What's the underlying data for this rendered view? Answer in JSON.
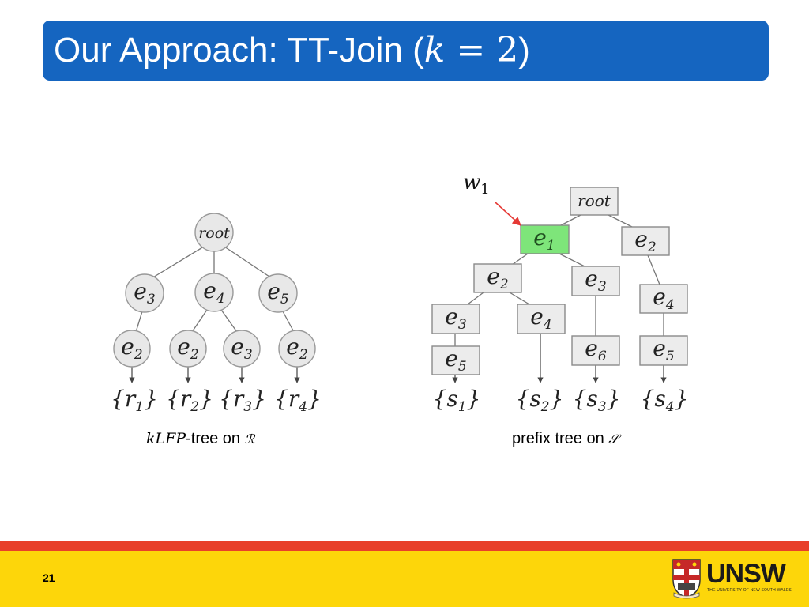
{
  "slide": {
    "title_text": "Our Approach: TT-Join (",
    "title_var": "k",
    "title_op": " = ",
    "title_num": "2",
    "title_close": ")",
    "page_number": "21"
  },
  "left_tree": {
    "root_label": "root",
    "level1": [
      "e3",
      "e4",
      "e5"
    ],
    "level2": [
      "e2",
      "e2",
      "e3",
      "e2"
    ],
    "leaves": [
      "{r1}",
      "{r2}",
      "{r3}",
      "{r4}"
    ],
    "caption_math": "kLFP",
    "caption_text": "-tree on ",
    "caption_set": "ℛ"
  },
  "right_tree": {
    "pointer_label": "w1",
    "root_label": "root",
    "highlighted_node": "e1",
    "nodes": [
      "e1",
      "e2",
      "e2",
      "e3",
      "e3",
      "e4",
      "e4",
      "e5",
      "e6",
      "e5"
    ],
    "leaves": [
      "{s1}",
      "{s2}",
      "{s3}",
      "{s4}"
    ],
    "caption_text": "prefix tree on ",
    "caption_set": "𝒮"
  },
  "colors": {
    "title_bar": "#1565c0",
    "highlight_node": "#7ee57a",
    "pointer_arrow": "#e53935",
    "footer_red": "#e8402a",
    "footer_yellow": "#fdd60a"
  },
  "logo": {
    "wordmark": "UNSW",
    "subtitle": "THE UNIVERSITY OF NEW SOUTH WALES"
  }
}
